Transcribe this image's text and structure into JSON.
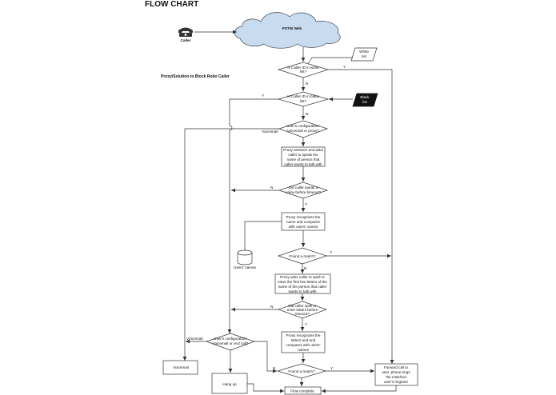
{
  "title": "FLOW CHART",
  "subtitle": "Proxy/Solution to Block Robo Caller",
  "caller": "Caller",
  "cloud": "PSTN/ Web",
  "white_list": [
    "White",
    "list"
  ],
  "black_list": [
    "Black",
    "list"
  ],
  "d_white": [
    "Is Caller ID in white",
    "list?"
  ],
  "d_black": [
    "Is Caller ID in black",
    "list?"
  ],
  "d_config1": [
    "User's configuration:",
    "Voicemail or proxy?"
  ],
  "p_speak": [
    "Proxy answers and asks",
    "caller to speak the",
    "name of person that",
    "caller wants to talk with"
  ],
  "d_spoke": [
    "Did caller speak a",
    "name before timeout?"
  ],
  "p_recog1": [
    "Proxy recognizes the",
    "name and compares",
    "with users' names"
  ],
  "db_users": "Users' names",
  "d_match1": "Found a match?",
  "p_spell": [
    "Proxy asks caller to spell or",
    "enter the first few letters of the",
    "name of the person that caller",
    "wants to talk with"
  ],
  "d_spelled": [
    "Did caller spell or",
    "enter letters before",
    "timeout?"
  ],
  "p_recog2": [
    "Proxy recognizes the",
    "letters and and",
    "compares with users'",
    "names"
  ],
  "d_config2": [
    "User's configuration:",
    "Voicemail or end call?"
  ],
  "d_match2": "Found a match?",
  "p_forward": [
    "Forward call to",
    "user, phone rings",
    "the matched",
    "user's ringtone"
  ],
  "voicemail_box": "Voicemail",
  "hangup": "Hang up",
  "complete": "Flow complete",
  "labels": {
    "y": "Y",
    "n": "N",
    "voicemail": "Voicemail"
  }
}
